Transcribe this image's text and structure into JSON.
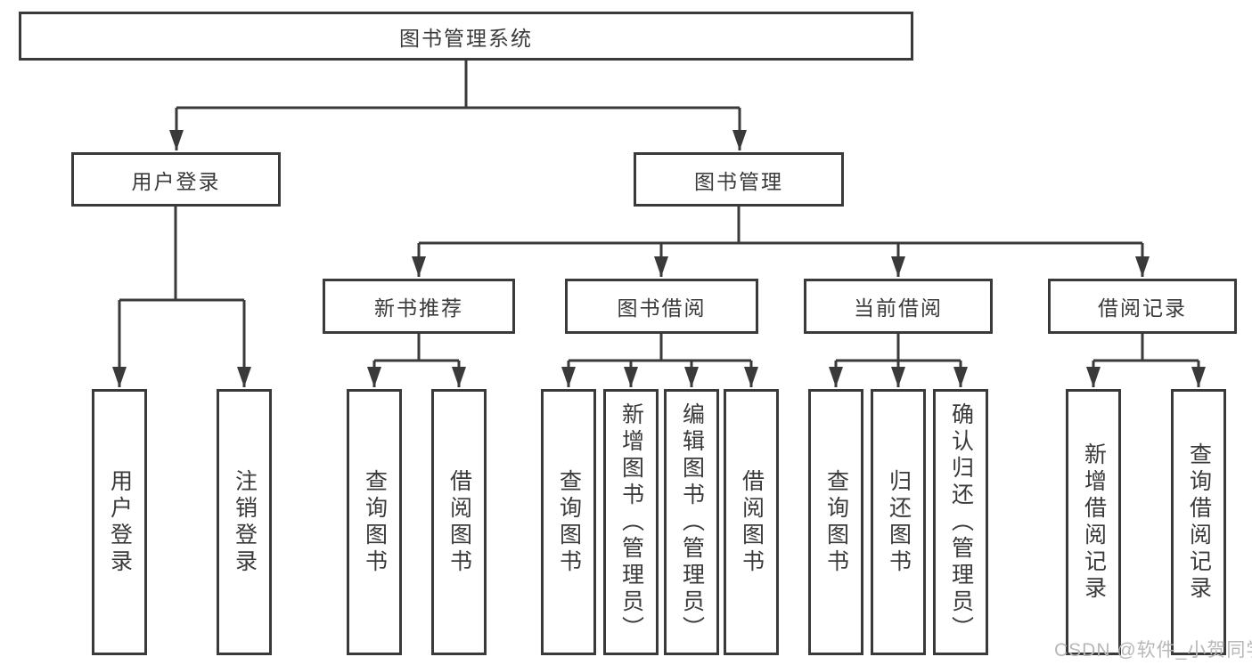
{
  "colors": {
    "line": "#3a3a3a",
    "text": "#3a3a3a",
    "background": "#ffffff",
    "watermark": "#b8b8b8"
  },
  "watermark": {
    "text": "CSDN @软件_小贺同学"
  },
  "tree": {
    "label": "图书管理系统",
    "children": [
      {
        "label": "用户登录",
        "children": [
          {
            "label": "用户登录"
          },
          {
            "label": "注销登录"
          }
        ]
      },
      {
        "label": "图书管理",
        "children": [
          {
            "label": "新书推荐",
            "children": [
              {
                "label": "查询图书"
              },
              {
                "label": "借阅图书"
              }
            ]
          },
          {
            "label": "图书借阅",
            "children": [
              {
                "label": "查询图书"
              },
              {
                "label": "新增图书（管理员）"
              },
              {
                "label": "编辑图书（管理员）"
              },
              {
                "label": "借阅图书"
              }
            ]
          },
          {
            "label": "当前借阅",
            "children": [
              {
                "label": "查询图书"
              },
              {
                "label": "归还图书"
              },
              {
                "label": "确认归还（管理员）"
              }
            ]
          },
          {
            "label": "借阅记录",
            "children": [
              {
                "label": "新增借阅记录"
              },
              {
                "label": "查询借阅记录"
              }
            ]
          }
        ]
      }
    ]
  }
}
